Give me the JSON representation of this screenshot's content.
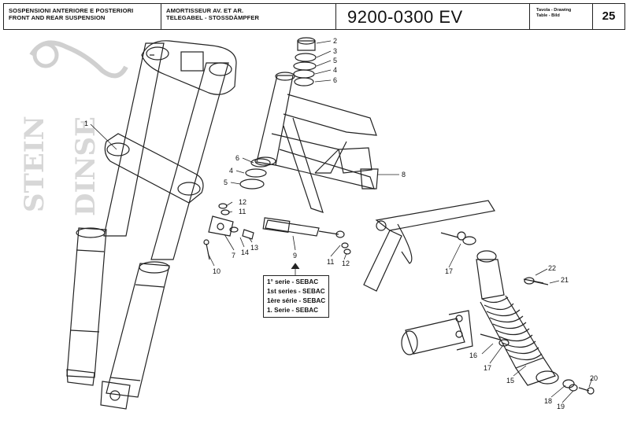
{
  "header": {
    "title_it": "SOSPENSIONI ANTERIORE E POSTERIORI",
    "title_en": "FRONT AND REAR SUSPENSION",
    "title_fr": "AMORTISSEUR AV. ET AR.",
    "title_de": "TELEGABEL - STOSSDÄMPFER",
    "code": "9200-0300 EV",
    "table_label_1": "Tavola - Drawing",
    "table_label_2": "Table - Bild",
    "page_number": "25"
  },
  "watermark": {
    "line1": "STEIN",
    "line2": "DINSE"
  },
  "callouts": [
    "1",
    "2",
    "3",
    "5",
    "4",
    "6",
    "6",
    "4",
    "5",
    "8",
    "12",
    "11",
    "7",
    "14",
    "13",
    "9",
    "10",
    "11",
    "12",
    "17",
    "22",
    "21",
    "16",
    "17",
    "15",
    "20",
    "18",
    "19"
  ],
  "note_box": {
    "lines": [
      "1° serie - SEBAC",
      "1st series - SEBAC",
      "1ère série - SEBAC",
      "1. Serie - SEBAC"
    ]
  }
}
